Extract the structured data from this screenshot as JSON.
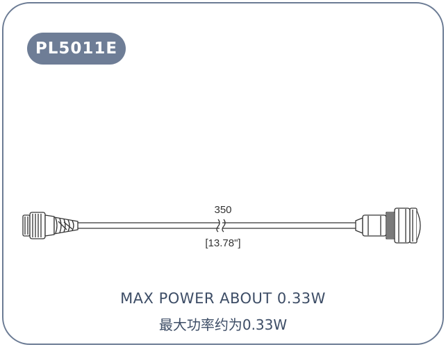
{
  "model": "PL5011E",
  "dimension": {
    "length_mm": "350",
    "length_in": "[13.78\"]"
  },
  "caption": {
    "english": "MAX POWER ABOUT 0.33W",
    "chinese": "最大功率约为0.33W"
  },
  "colors": {
    "frame": "#6b7b94",
    "badge": "#6e7d96",
    "caption": "#3d4d66",
    "line": "#333333"
  }
}
